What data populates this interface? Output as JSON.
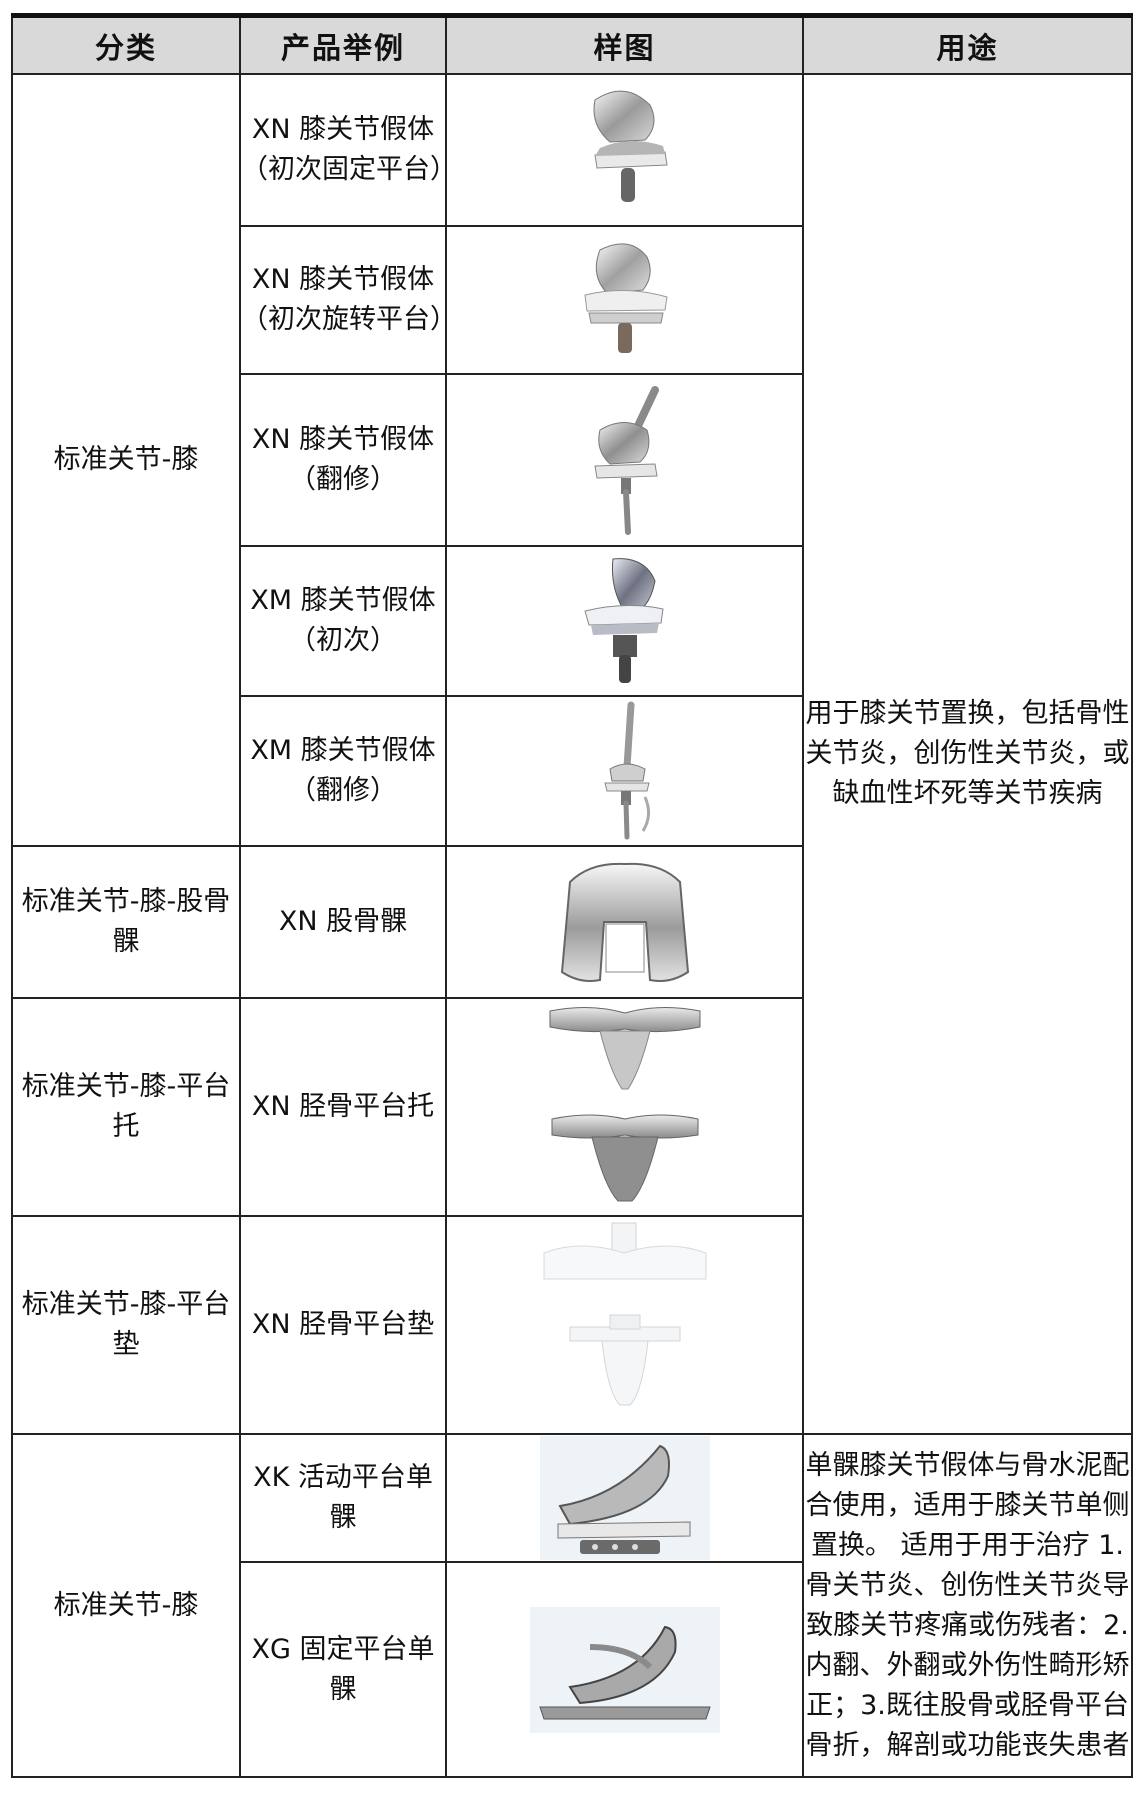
{
  "header": {
    "category": "分类",
    "product": "产品举例",
    "sample": "样图",
    "usage": "用途"
  },
  "rows": [
    {
      "category": "标准关节-膝",
      "product": "XN 膝关节假体（初次固定平台）",
      "image": "knee-prosthesis-fixed-icon"
    },
    {
      "product": "XN 膝关节假体（初次旋转平台）",
      "image": "knee-prosthesis-rotating-icon"
    },
    {
      "product": "XN 膝关节假体（翻修）",
      "image": "knee-prosthesis-revision-icon"
    },
    {
      "product": "XM 膝关节假体（初次）",
      "image": "knee-prosthesis-xm-primary-icon"
    },
    {
      "product": "XM 膝关节假体（翻修）",
      "image": "knee-prosthesis-xm-revision-icon"
    },
    {
      "category": "标准关节-膝-股骨髁",
      "product": "XN 股骨髁",
      "image": "femoral-condyle-icon"
    },
    {
      "category": "标准关节-膝-平台托",
      "product": "XN 胫骨平台托",
      "image": "tibial-tray-icon"
    },
    {
      "category": "标准关节-膝-平台垫",
      "product": "XN 胫骨平台垫",
      "image": "tibial-insert-icon"
    },
    {
      "category": "标准关节-膝",
      "product": "XK 活动平台单髁",
      "image": "unicondylar-mobile-icon"
    },
    {
      "product": "XG 固定平台单髁",
      "image": "unicondylar-fixed-icon"
    }
  ],
  "usage": {
    "knee": "用于膝关节置换，包括骨性关节炎，创伤性关节炎，或缺血性坏死等关节疾病",
    "unicondylar": "单髁膝关节假体与骨水泥配合使用，适用于膝关节单侧置换。 适用于用于治疗 1.骨关节炎、创伤性关节炎导致膝关节疼痛或伤残者：2.内翻、外翻或外伤性畸形矫正；3.既往股骨或胫骨平台骨折，解剖或功能丧失患者"
  }
}
